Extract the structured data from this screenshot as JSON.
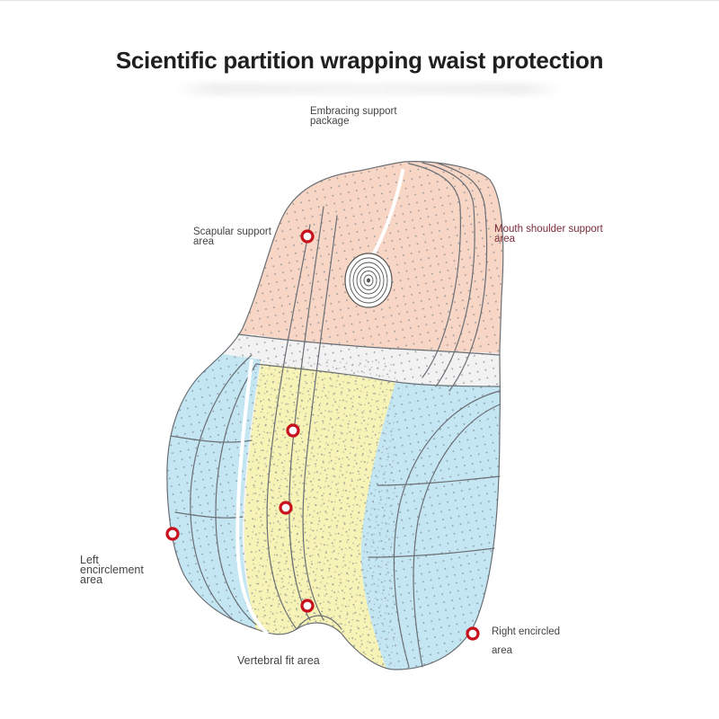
{
  "title": "Scientific partition wrapping waist protection",
  "labels": {
    "embracing": "Embracing support\npackage",
    "scapular": "Scapular support\narea",
    "mouth_shoulder": "Mouth shoulder support\narea",
    "left_encircle": "Left\nencirclement\narea",
    "vertebral": "Vertebral fit area",
    "right_encircled_line1": "Right encircled",
    "right_encircled_line2": "area"
  },
  "colors": {
    "upper_zone": "#f8d6c5",
    "side_zones": "#c4e6f3",
    "center_zone": "#f7f2b5",
    "waist_band": "#f2f2f2",
    "marker_ring": "#c8101c",
    "outline": "#6a6f75"
  }
}
